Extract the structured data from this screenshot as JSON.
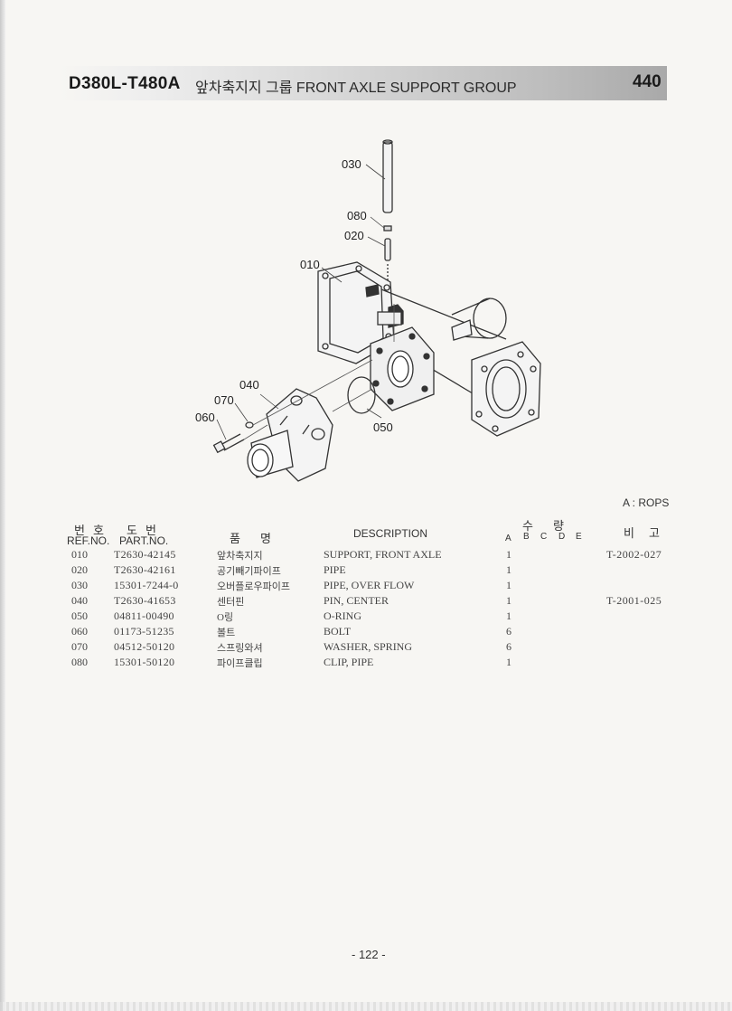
{
  "header": {
    "model": "D380L-T480A",
    "title": "앞차축지지 그룹 FRONT AXLE SUPPORT GROUP",
    "group_number": "440"
  },
  "diagram": {
    "callouts": [
      "030",
      "080",
      "020",
      "010",
      "040",
      "070",
      "060",
      "050"
    ]
  },
  "note": "A : ROPS",
  "table": {
    "headers": {
      "ref_ko": "번호",
      "ref_en": "REF.NO.",
      "part_ko": "도번",
      "part_en": "PART.NO.",
      "name_ko": "품명",
      "description": "DESCRIPTION",
      "qty_ko": "수량",
      "qty_letters": [
        "A",
        "B",
        "C",
        "D",
        "E"
      ],
      "remarks_ko": "비고"
    },
    "rows": [
      {
        "ref": "010",
        "part": "T2630-42145",
        "name_ko": "앞차축지지",
        "desc": "SUPPORT, FRONT AXLE",
        "qty": "1",
        "remarks": "T-2002-027"
      },
      {
        "ref": "020",
        "part": "T2630-42161",
        "name_ko": "공기빼기파이프",
        "desc": "PIPE",
        "qty": "1",
        "remarks": ""
      },
      {
        "ref": "030",
        "part": "15301-7244-0",
        "name_ko": "오버플로우파이프",
        "desc": "PIPE, OVER FLOW",
        "qty": "1",
        "remarks": ""
      },
      {
        "ref": "040",
        "part": "T2630-41653",
        "name_ko": "센터핀",
        "desc": "PIN, CENTER",
        "qty": "1",
        "remarks": "T-2001-025"
      },
      {
        "ref": "050",
        "part": "04811-00490",
        "name_ko": "O링",
        "desc": "O-RING",
        "qty": "1",
        "remarks": ""
      },
      {
        "ref": "060",
        "part": "01173-51235",
        "name_ko": "볼트",
        "desc": "BOLT",
        "qty": "6",
        "remarks": ""
      },
      {
        "ref": "070",
        "part": "04512-50120",
        "name_ko": "스프링와셔",
        "desc": "WASHER, SPRING",
        "qty": "6",
        "remarks": ""
      },
      {
        "ref": "080",
        "part": "15301-50120",
        "name_ko": "파이프클립",
        "desc": "CLIP, PIPE",
        "qty": "1",
        "remarks": ""
      }
    ]
  },
  "page_number": "- 122 -"
}
